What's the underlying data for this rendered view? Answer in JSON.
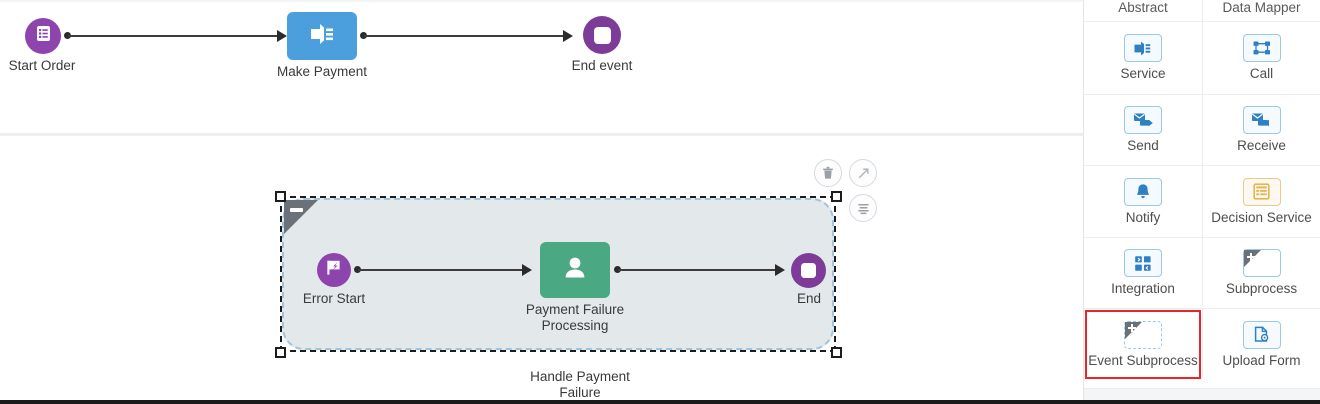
{
  "canvas": {
    "main_flow": {
      "nodes": [
        {
          "id": "start-order",
          "label": "Start Order",
          "icon": "form-start-event-icon",
          "type": "start-event",
          "color": "#8e44ad"
        },
        {
          "id": "make-payment",
          "label": "Make Payment",
          "icon": "service-task-icon",
          "type": "service-task",
          "color": "#4a9fdc"
        },
        {
          "id": "end-event",
          "label": "End event",
          "icon": "end-event-icon",
          "type": "end-event",
          "color": "#7d3c98"
        }
      ]
    },
    "subprocess": {
      "label": "Handle Payment\nFailure",
      "selected": true,
      "collapse_marker": "collapse-minus-icon",
      "nodes": [
        {
          "id": "error-start",
          "label": "Error Start",
          "icon": "error-start-event-icon",
          "type": "error-start-event",
          "color": "#8e44ad"
        },
        {
          "id": "payment-failure-processing",
          "label": "Payment Failure\nProcessing",
          "icon": "human-task-icon",
          "type": "human-task",
          "color": "#4aa883"
        },
        {
          "id": "end",
          "label": "End",
          "icon": "end-event-icon",
          "type": "end-event",
          "color": "#7d3c98"
        }
      ],
      "toolbar": [
        {
          "id": "delete",
          "icon": "trash-icon"
        },
        {
          "id": "expand",
          "icon": "open-arrow-icon"
        },
        {
          "id": "properties",
          "icon": "menu-list-icon"
        }
      ]
    }
  },
  "palette": {
    "headers": [
      "Abstract",
      "Data Mapper"
    ],
    "rows": [
      [
        {
          "label": "Service",
          "icon": "service-task-icon",
          "style": "blue",
          "highlight": false
        },
        {
          "label": "Call",
          "icon": "call-activity-icon",
          "style": "blue",
          "highlight": false
        }
      ],
      [
        {
          "label": "Send",
          "icon": "send-task-icon",
          "style": "blue",
          "highlight": false
        },
        {
          "label": "Receive",
          "icon": "receive-task-icon",
          "style": "blue",
          "highlight": false
        }
      ],
      [
        {
          "label": "Notify",
          "icon": "notify-bell-icon",
          "style": "blue",
          "highlight": false
        },
        {
          "label": "Decision Service",
          "icon": "decision-table-icon",
          "style": "orange",
          "highlight": false
        }
      ],
      [
        {
          "label": "Integration",
          "icon": "integration-icon",
          "style": "blue",
          "highlight": false
        },
        {
          "label": "Subprocess",
          "icon": "subprocess-icon",
          "style": "plain",
          "highlight": false
        }
      ],
      [
        {
          "label": "Event Subprocess",
          "icon": "event-subprocess-icon",
          "style": "dashed",
          "highlight": true
        },
        {
          "label": "Upload Form",
          "icon": "upload-form-icon",
          "style": "blue",
          "highlight": false
        }
      ]
    ],
    "highlight_color": "#e8262a"
  }
}
